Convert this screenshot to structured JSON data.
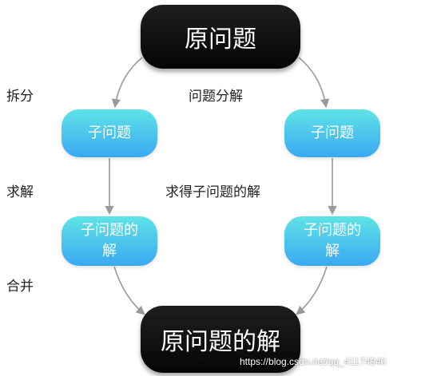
{
  "nodes": {
    "original_problem": "原问题",
    "subproblem_left": "子问题",
    "subproblem_right": "子问题",
    "solution_left": "子问题的解",
    "solution_right": "子问题的解",
    "original_solution": "原问题的解"
  },
  "labels": {
    "split": "拆分",
    "decompose": "问题分解",
    "solve": "求解",
    "solve_sub": "求得子问题的解",
    "merge": "合并"
  },
  "watermark": "https://blog.csdn.net/qq_41174940",
  "colors": {
    "dark_node": "#0a0a0a",
    "cyan_node_top": "#5fe3e6",
    "cyan_node_bottom": "#3aa9f2",
    "arrow": "#999999"
  }
}
